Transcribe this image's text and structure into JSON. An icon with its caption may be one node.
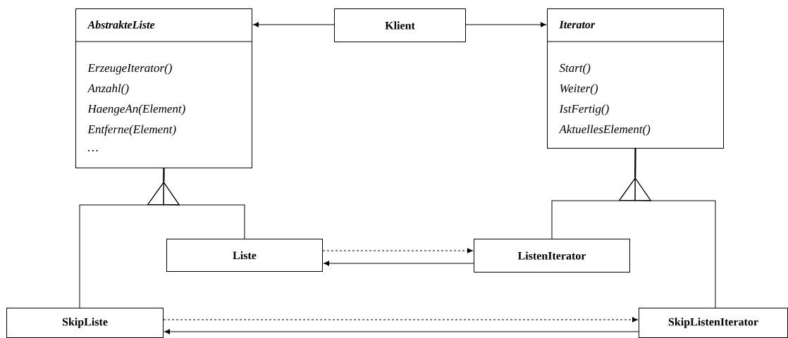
{
  "diagram": {
    "nodes": [
      {
        "text": [
          "AbstrakteListe",
          "ErzeugeIterator()",
          "Anzahl()",
          "HaengeAn(Element)",
          "Entferne(Element)",
          "…"
        ]
      },
      {
        "text": [
          "Klient"
        ]
      },
      {
        "text": [
          "Iterator",
          "Start()",
          "Weiter()",
          "IstFertig()",
          "AktuellesElement()"
        ]
      },
      {
        "text": [
          "Liste"
        ]
      },
      {
        "text": [
          "ListenIterator"
        ]
      },
      {
        "text": [
          "SkipListe"
        ]
      },
      {
        "text": [
          "SkipListenIterator"
        ]
      }
    ],
    "edges": [
      {
        "from": 1,
        "to": 0,
        "arrow": "to"
      },
      {
        "from": 1,
        "to": 2,
        "arrow": "to"
      },
      {
        "from": 3,
        "to": 0,
        "arrow": "to"
      },
      {
        "from": 5,
        "to": 0,
        "arrow": "to"
      },
      {
        "from": 4,
        "to": 2,
        "arrow": "to"
      },
      {
        "from": 6,
        "to": 2,
        "arrow": "to"
      },
      {
        "from": 3,
        "to": 4,
        "arrow": "to",
        "style": "dashed"
      },
      {
        "from": 4,
        "to": 3,
        "arrow": "to"
      },
      {
        "from": 5,
        "to": 6,
        "arrow": "to",
        "style": "dashed"
      },
      {
        "from": 6,
        "to": 5,
        "arrow": "to"
      }
    ]
  }
}
